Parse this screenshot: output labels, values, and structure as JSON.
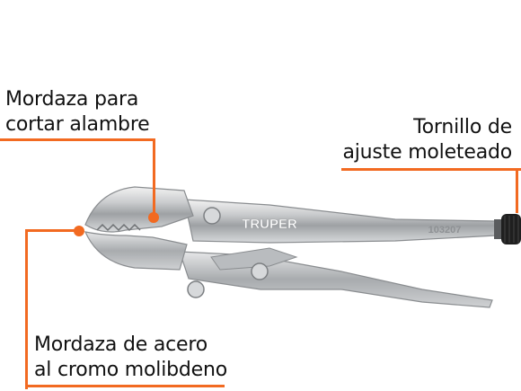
{
  "accent_color": "#f26a21",
  "annotations": {
    "cutting_jaw": {
      "line1": "Mordaza para",
      "line2": "cortar alambre"
    },
    "adjust_screw": {
      "line1": "Tornillo de",
      "line2": "ajuste moleteado"
    },
    "chrome_jaw": {
      "line1": "Mordaza de acero",
      "line2": "al cromo molibdeno"
    }
  },
  "tool": {
    "brand": "TRUPER",
    "model": "103207",
    "icon": "locking-pliers-icon"
  }
}
